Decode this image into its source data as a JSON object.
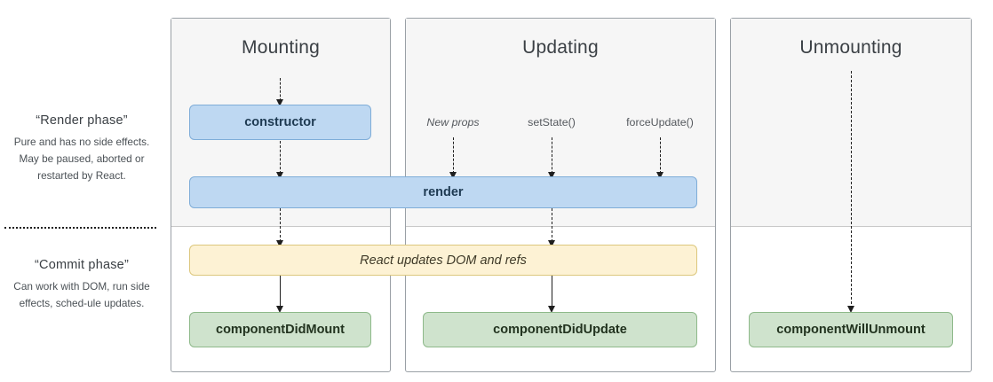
{
  "diagram": {
    "title_alt": "React component lifecycle diagram",
    "phases": [
      {
        "id": "render-phase",
        "title": "“Render phase”",
        "description": "Pure and has no side effects. May be paused, aborted or restarted by React."
      },
      {
        "id": "commit-phase",
        "title": "“Commit phase”",
        "description": "Can work with DOM, run side effects, sched-ule updates."
      }
    ],
    "columns": [
      {
        "id": "mounting",
        "title": "Mounting"
      },
      {
        "id": "updating",
        "title": "Updating"
      },
      {
        "id": "unmounting",
        "title": "Unmounting"
      }
    ],
    "triggers": [
      {
        "id": "new-props",
        "label": "New props",
        "style": "italic"
      },
      {
        "id": "set-state",
        "label": "setState()",
        "style": "normal"
      },
      {
        "id": "force-update",
        "label": "forceUpdate()",
        "style": "normal"
      }
    ],
    "lifecycle_boxes": [
      {
        "id": "constructor",
        "label": "constructor",
        "color": "blue",
        "phase": "render-phase",
        "column": "mounting"
      },
      {
        "id": "render",
        "label": "render",
        "color": "blue",
        "phase": "render-phase",
        "column": "mounting+updating"
      },
      {
        "id": "react-updates-dom",
        "label": "React updates DOM and refs",
        "color": "yellow",
        "phase": "commit-phase",
        "column": "mounting+updating"
      },
      {
        "id": "component-did-mount",
        "label": "componentDidMount",
        "color": "green",
        "phase": "commit-phase",
        "column": "mounting"
      },
      {
        "id": "component-did-update",
        "label": "componentDidUpdate",
        "color": "green",
        "phase": "commit-phase",
        "column": "updating"
      },
      {
        "id": "component-will-unmount",
        "label": "componentWillUnmount",
        "color": "green",
        "phase": "commit-phase",
        "column": "unmounting"
      }
    ],
    "colors": {
      "blue_fill": "#bed8f2",
      "blue_border": "#7fadd8",
      "green_fill": "#cfe3cd",
      "green_border": "#8eb98a",
      "yellow_fill": "#fdf2d4",
      "yellow_border": "#dcc77d",
      "band_fill": "#f6f6f6",
      "frame_border": "#9aa0a6",
      "connector": "#1f1f1f"
    }
  }
}
